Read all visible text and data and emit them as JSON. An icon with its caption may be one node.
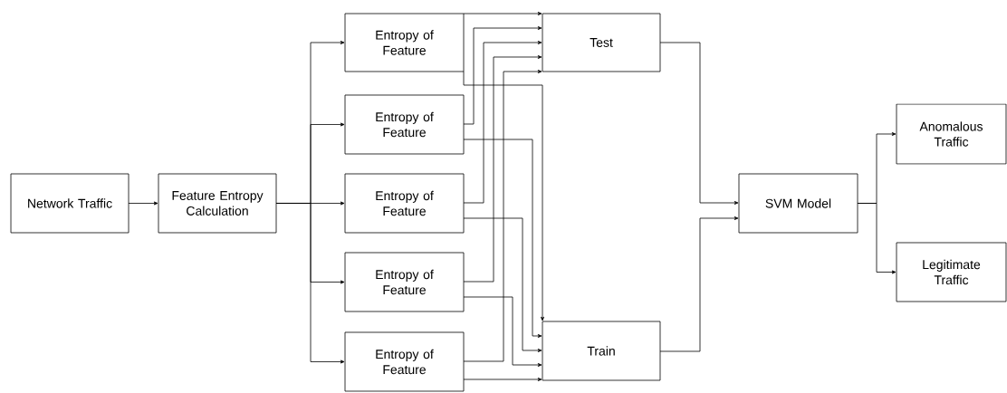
{
  "diagram": {
    "nodes": [
      {
        "text": [
          "Network Traffic"
        ]
      },
      {
        "text": [
          "Feature Entropy Calculation"
        ]
      },
      {
        "text": [
          "Entropy of Feature"
        ]
      },
      {
        "text": [
          "Entropy of Feature"
        ]
      },
      {
        "text": [
          "Entropy of Feature"
        ]
      },
      {
        "text": [
          "Entropy of Feature"
        ]
      },
      {
        "text": [
          "Entropy of Feature"
        ]
      },
      {
        "text": [
          "Test"
        ]
      },
      {
        "text": [
          "Train"
        ]
      },
      {
        "text": [
          "SVM Model"
        ]
      },
      {
        "text": [
          "Anomalous Traffic"
        ]
      },
      {
        "text": [
          "Legitimate Traffic"
        ]
      }
    ],
    "edges": [
      {
        "from": 0,
        "to": 1,
        "arrow": "to"
      },
      {
        "from": 1,
        "to": 2,
        "arrow": "to"
      },
      {
        "from": 1,
        "to": 3,
        "arrow": "to"
      },
      {
        "from": 1,
        "to": 4,
        "arrow": "to"
      },
      {
        "from": 1,
        "to": 5,
        "arrow": "to"
      },
      {
        "from": 1,
        "to": 6,
        "arrow": "to"
      },
      {
        "from": 2,
        "to": 7,
        "arrow": "to"
      },
      {
        "from": 2,
        "to": 8,
        "arrow": "to"
      },
      {
        "from": 3,
        "to": 7,
        "arrow": "to"
      },
      {
        "from": 3,
        "to": 8,
        "arrow": "to"
      },
      {
        "from": 4,
        "to": 7,
        "arrow": "to"
      },
      {
        "from": 4,
        "to": 8,
        "arrow": "to"
      },
      {
        "from": 5,
        "to": 7,
        "arrow": "to"
      },
      {
        "from": 5,
        "to": 8,
        "arrow": "to"
      },
      {
        "from": 6,
        "to": 7,
        "arrow": "to"
      },
      {
        "from": 6,
        "to": 8,
        "arrow": "to"
      },
      {
        "from": 7,
        "to": 9,
        "arrow": "to"
      },
      {
        "from": 8,
        "to": 9,
        "arrow": "to"
      },
      {
        "from": 9,
        "to": 10,
        "arrow": "to"
      },
      {
        "from": 9,
        "to": 11,
        "arrow": "to"
      }
    ]
  }
}
